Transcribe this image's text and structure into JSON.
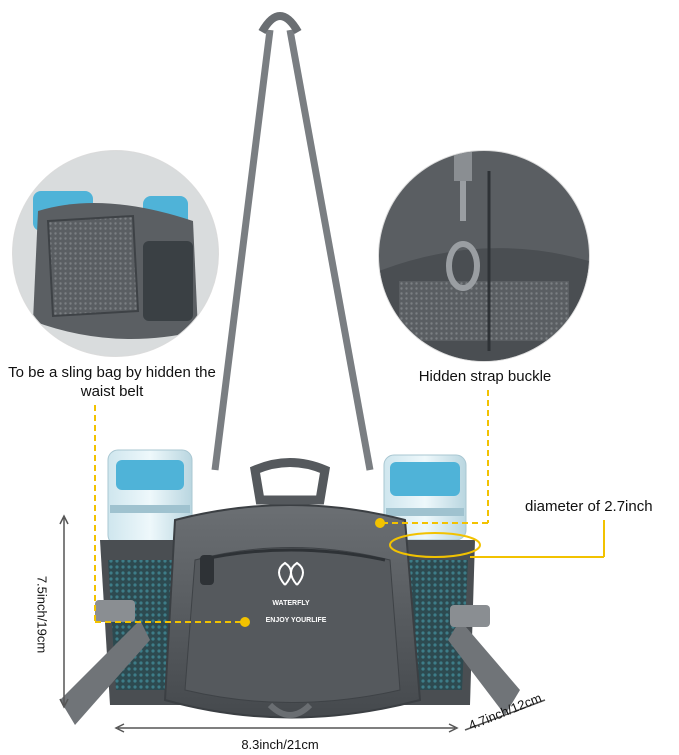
{
  "annotations": {
    "sling_label": "To be a sling bag by hidden the waist belt",
    "buckle_label": "Hidden strap buckle",
    "diameter_label": "diameter of 2.7inch",
    "height_label": "7.5inch/19cm",
    "width_label": "8.3inch/21cm",
    "depth_label": "4.7inch/12cm"
  },
  "brand": {
    "logo_text": "WATERFLY",
    "slogan": "ENJOY YOURLIFE"
  },
  "colors": {
    "bag": "#5b5f63",
    "bag_dark": "#3e4246",
    "bottle_cap": "#4fb3d8",
    "leader_line": "#f2c200",
    "mesh_teal": "#2f6f7a"
  }
}
